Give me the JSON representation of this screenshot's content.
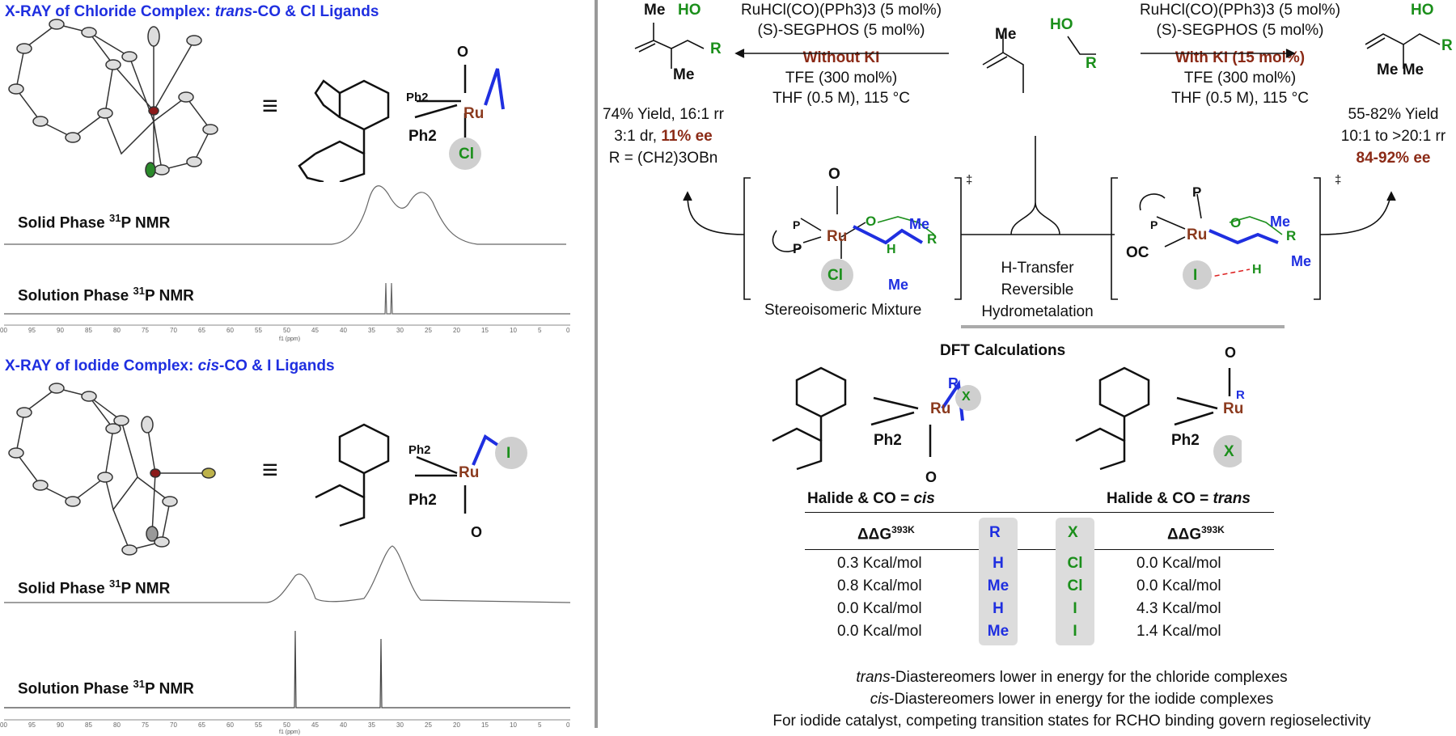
{
  "left": {
    "chloride_title": "X-RAY of Chloride Complex: trans-CO & Cl Ligands",
    "chloride_title_parts": [
      "X-RAY of Chloride Complex: ",
      "trans",
      "-CO & Cl Ligands"
    ],
    "iodide_title_parts": [
      "X-RAY of Iodide Complex: ",
      "cis",
      "-CO & I Ligands"
    ],
    "solid_nmr": "Solid Phase",
    "solution_nmr": "Solution Phase",
    "nmr_suffix": "P NMR",
    "nmr_sup": "31",
    "axis_ticks": [
      "00",
      "95",
      "90",
      "85",
      "80",
      "75",
      "70",
      "65",
      "60",
      "55",
      "50",
      "45",
      "40",
      "35",
      "30",
      "25",
      "20",
      "15",
      "10",
      "5",
      "0"
    ],
    "axis_unit": "f1 (ppm)",
    "equiv": "≡"
  },
  "structures": {
    "ru": "Ru",
    "ph2": "Ph",
    "cl": "Cl",
    "iod": "I",
    "x": "X",
    "r": "R",
    "p": "P",
    "co": "CO",
    "o": "O",
    "me": "Me",
    "h": "H",
    "ho": "HO",
    "ddagger": "‡"
  },
  "scheme": {
    "left_conditions": [
      "RuHCl(CO)(PPh3)3 (5 mol%)",
      "(S)-SEGPHOS (5 mol%)",
      "Without KI",
      "TFE (300 mol%)",
      "THF (0.5 M), 115 °C"
    ],
    "right_conditions": [
      "RuHCl(CO)(PPh3)3 (5 mol%)",
      "(S)-SEGPHOS (5 mol%)",
      "With KI (15 mol%)",
      "TFE (300 mol%)",
      "THF (0.5 M), 115 °C"
    ],
    "left_result": [
      "74% Yield, 16:1 rr",
      "3:1 dr, ",
      "11% ee",
      "R = (CH2)3OBn"
    ],
    "right_result": [
      "55-82% Yield",
      "10:1 to >20:1 rr",
      "84-92% ee"
    ],
    "stereo_label": "Stereoisomeric Mixture",
    "center_labels": [
      "H-Transfer",
      "Reversible",
      "Hydrometalation"
    ]
  },
  "dft": {
    "title": "DFT Calculations",
    "left_header": "Halide & CO = ",
    "left_header_it": "cis",
    "right_header": "Halide & CO = ",
    "right_header_it": "trans",
    "col_ddg": "ΔΔG",
    "col_ddg_sup": "393K",
    "col_r": "R",
    "col_x": "X",
    "rows": [
      {
        "cis": "0.3 Kcal/mol",
        "r": "H",
        "x": "Cl",
        "trans": "0.0 Kcal/mol"
      },
      {
        "cis": "0.8 Kcal/mol",
        "r": "Me",
        "x": "Cl",
        "trans": "0.0 Kcal/mol"
      },
      {
        "cis": "0.0 Kcal/mol",
        "r": "H",
        "x": "I",
        "trans": "4.3 Kcal/mol"
      },
      {
        "cis": "0.0 Kcal/mol",
        "r": "Me",
        "x": "I",
        "trans": "1.4 Kcal/mol"
      }
    ]
  },
  "footer": [
    {
      "it": "trans",
      "rest": "-Diastereomers lower in energy for the chloride complexes"
    },
    {
      "it": "cis",
      "rest": "-Diastereomers lower in energy for the iodide complexes"
    },
    {
      "it": "",
      "rest": "For iodide catalyst, competing transition states for RCHO binding govern regioselectivity"
    }
  ]
}
